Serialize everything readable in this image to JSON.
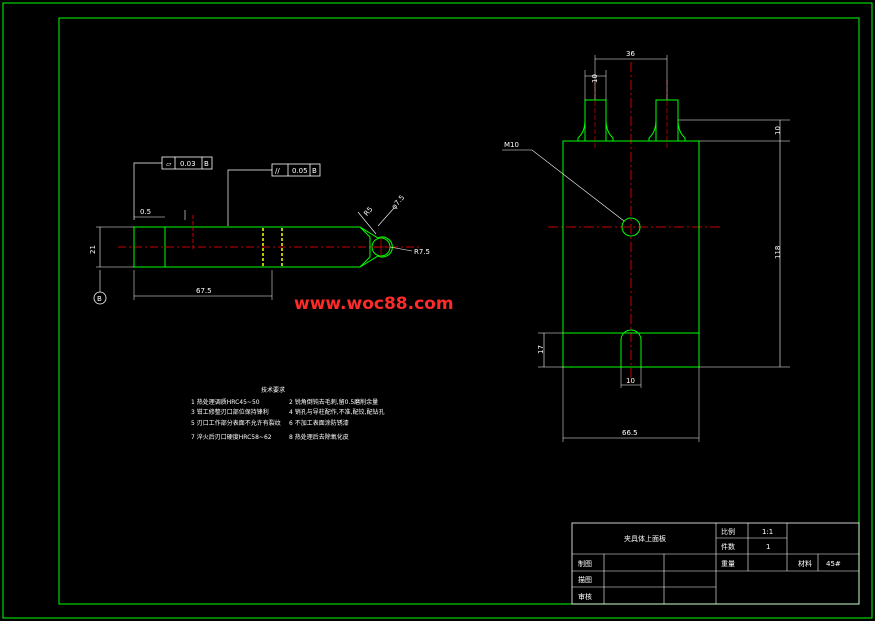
{
  "watermark": "www.woc88.com",
  "side_view": {
    "gtol_flatness": {
      "symbol": "▱",
      "value": "0.03",
      "datum": "B"
    },
    "gtol_parallel": {
      "symbol": "//",
      "value": "0.05",
      "datum": "B"
    },
    "dim_05": "0.5",
    "dim_21": "21",
    "dim_675": "67.5",
    "dim_r5": "R5",
    "dim_phi75": "φ7.5",
    "dim_r75": "R7.5",
    "datum_label": "B"
  },
  "front_view": {
    "dim_36": "36",
    "dim_10_top": "10",
    "dim_10_right": "10",
    "dim_m10": "M10",
    "dim_118": "118",
    "dim_17": "17",
    "dim_10_slot": "10",
    "dim_665": "66.5"
  },
  "notes": {
    "title": "技术要求",
    "items": [
      "1 热处理调质HRC45~50",
      "2 锐角倒钝去毛刺,留0.5磨削余量",
      "3 钳工修整刃口部位保持锋利",
      "4 销孔与导柱配作,不准,配铰,配钻孔",
      "5 刃口工作部分表面不允许有裂纹",
      "6 不加工表面涂防锈漆",
      "7 淬火后刃口硬度HRC58~62",
      "8 热处理后去除氧化皮"
    ]
  },
  "title_block": {
    "part_name": "夹具体上面板",
    "scale_label": "比例",
    "scale_value": "1:1",
    "qty_label": "件数",
    "qty_value": "1",
    "weight_label": "重量",
    "material_label": "材料",
    "material_value": "45#",
    "drawn_label": "制图",
    "designed_label": "描图",
    "checked_label": "审核"
  },
  "colors": {
    "frame": "#00ff00",
    "center_line": "#ff0000",
    "dim": "#ffffff",
    "highlight": "#ffff00"
  }
}
